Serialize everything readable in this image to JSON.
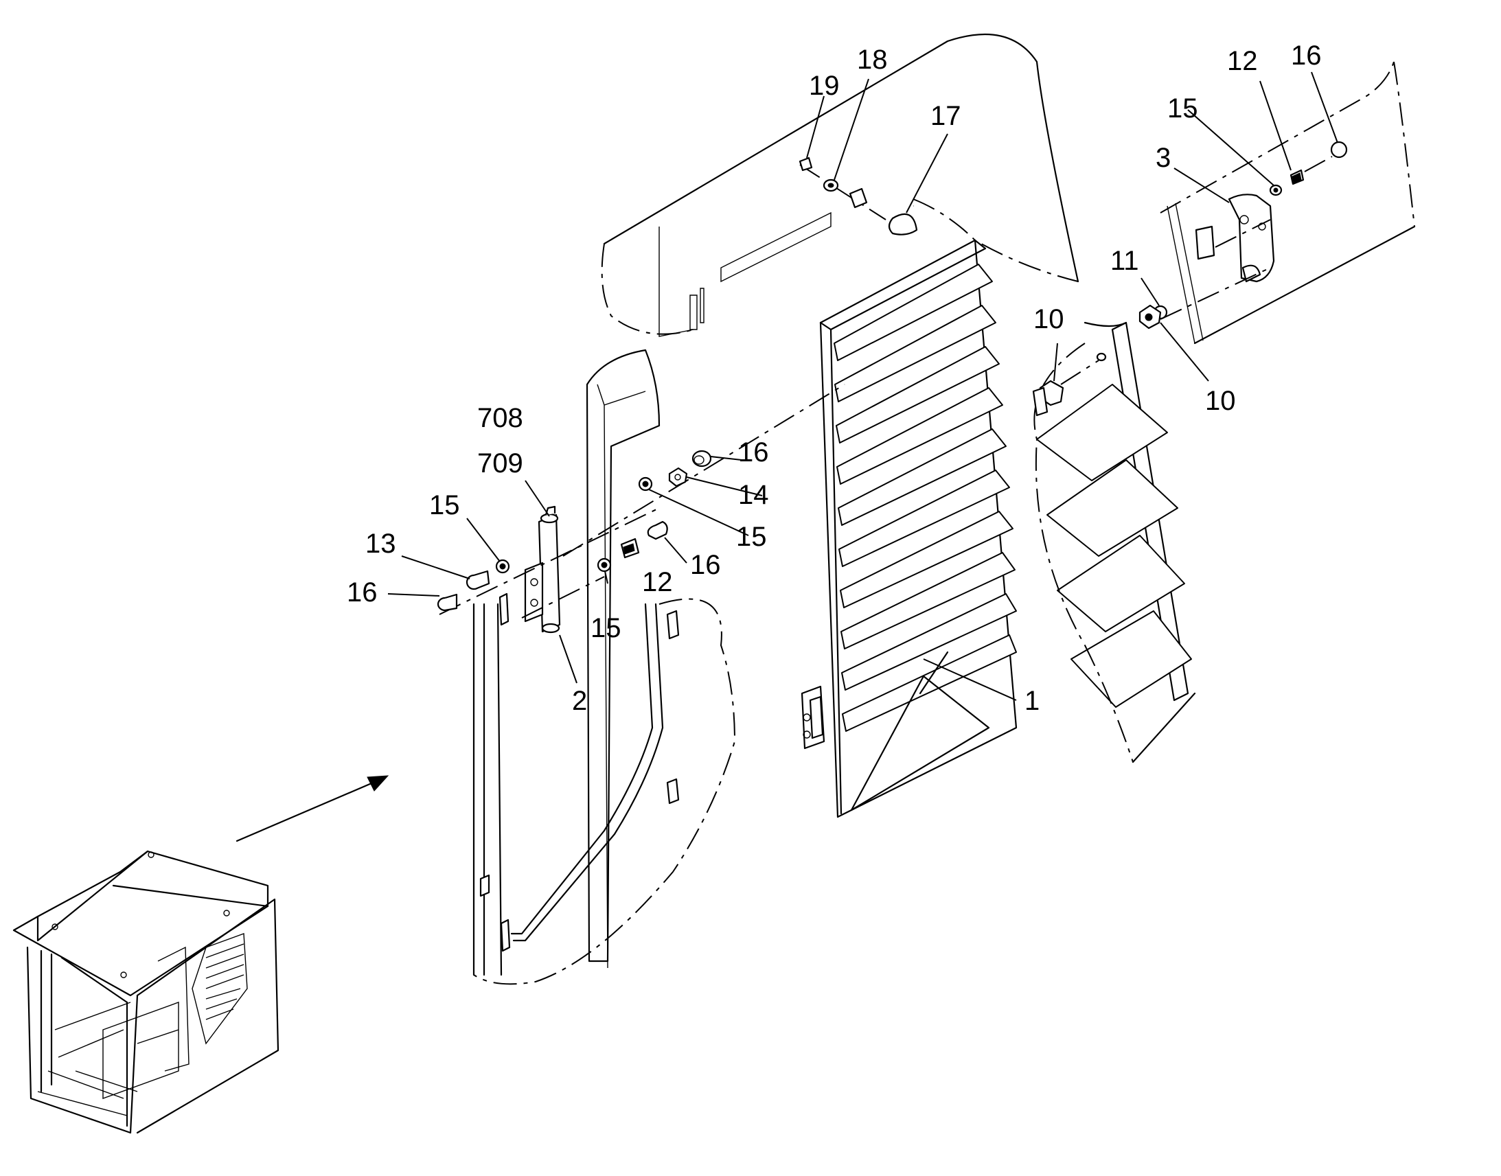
{
  "callouts": [
    {
      "id": "c1",
      "label": "1"
    },
    {
      "id": "c2",
      "label": "2"
    },
    {
      "id": "c3",
      "label": "3"
    },
    {
      "id": "c10a",
      "label": "10"
    },
    {
      "id": "c10b",
      "label": "10"
    },
    {
      "id": "c11",
      "label": "11"
    },
    {
      "id": "c12a",
      "label": "12"
    },
    {
      "id": "c12b",
      "label": "12"
    },
    {
      "id": "c13",
      "label": "13"
    },
    {
      "id": "c14",
      "label": "14"
    },
    {
      "id": "c15a",
      "label": "15"
    },
    {
      "id": "c15b",
      "label": "15"
    },
    {
      "id": "c15c",
      "label": "15"
    },
    {
      "id": "c15d",
      "label": "15"
    },
    {
      "id": "c16a",
      "label": "16"
    },
    {
      "id": "c16b",
      "label": "16"
    },
    {
      "id": "c16c",
      "label": "16"
    },
    {
      "id": "c16d",
      "label": "16"
    },
    {
      "id": "c17",
      "label": "17"
    },
    {
      "id": "c18",
      "label": "18"
    },
    {
      "id": "c19",
      "label": "19"
    },
    {
      "id": "c708",
      "label": "708"
    },
    {
      "id": "c709",
      "label": "709"
    }
  ]
}
